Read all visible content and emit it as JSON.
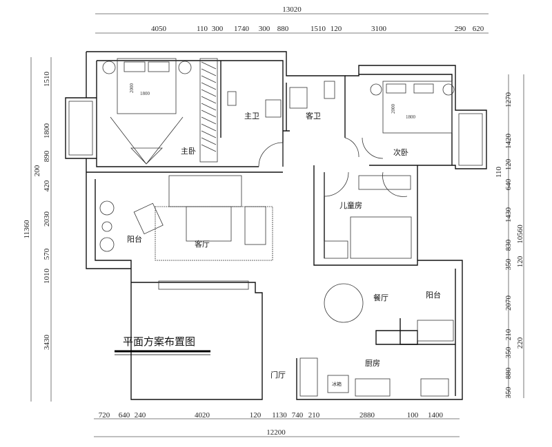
{
  "title": "平面方案布置图",
  "rooms": {
    "master_bedroom": "主卧",
    "master_bath": "主卫",
    "guest_bath": "客卫",
    "second_bedroom": "次卧",
    "kids_room": "儿童房",
    "balcony_left": "阳台",
    "living_room": "客厅",
    "dining_room": "餐厅",
    "balcony_right": "阳台",
    "kitchen": "厨房",
    "foyer": "门厅"
  },
  "furniture": {
    "bed_master_len": "2000",
    "bed_master_w": "1800",
    "bed_second_len": "2000",
    "bed_second_w": "1800",
    "fridge": "冰箱"
  },
  "dimensions": {
    "top_total": "13020",
    "top": [
      "4050",
      "110",
      "300",
      "1740",
      "300",
      "880",
      "1510",
      "120",
      "3100",
      "290",
      "620"
    ],
    "bottom": [
      "720",
      "640",
      "240",
      "4020",
      "120",
      "1130",
      "740",
      "210",
      "2880",
      "100",
      "1400"
    ],
    "bottom_total": "12200",
    "left_total": "11360",
    "left": [
      "1510",
      "1800",
      "890",
      "200",
      "420",
      "2030",
      "570",
      "1010",
      "3430"
    ],
    "right": [
      "1270",
      "1420",
      "120",
      "110",
      "640",
      "1430",
      "830",
      "350",
      "120",
      "2070",
      "210",
      "350",
      "220",
      "880",
      "350"
    ],
    "right_total": "10560"
  }
}
